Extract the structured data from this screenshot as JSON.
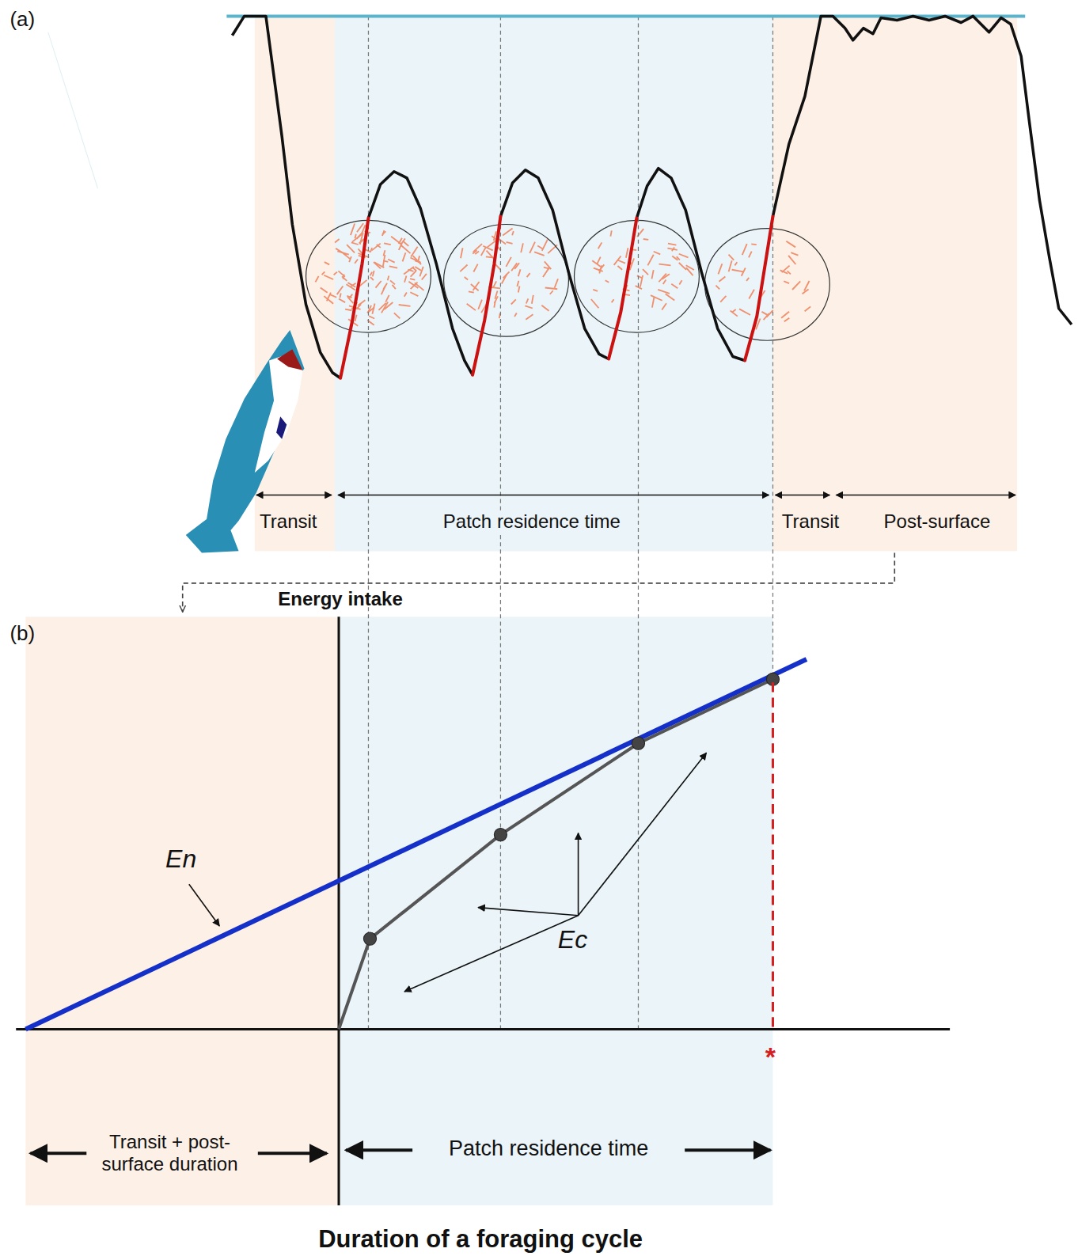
{
  "diagram": {
    "labels": [
      "(a)",
      "Transit",
      "Patch residence time",
      "Transit",
      "Post-surface",
      "Energy intake",
      "(b)",
      "En",
      "Ec",
      "Transit + post-surface duration",
      "Patch residence time",
      "Duration of a foraging cycle",
      "*"
    ]
  }
}
